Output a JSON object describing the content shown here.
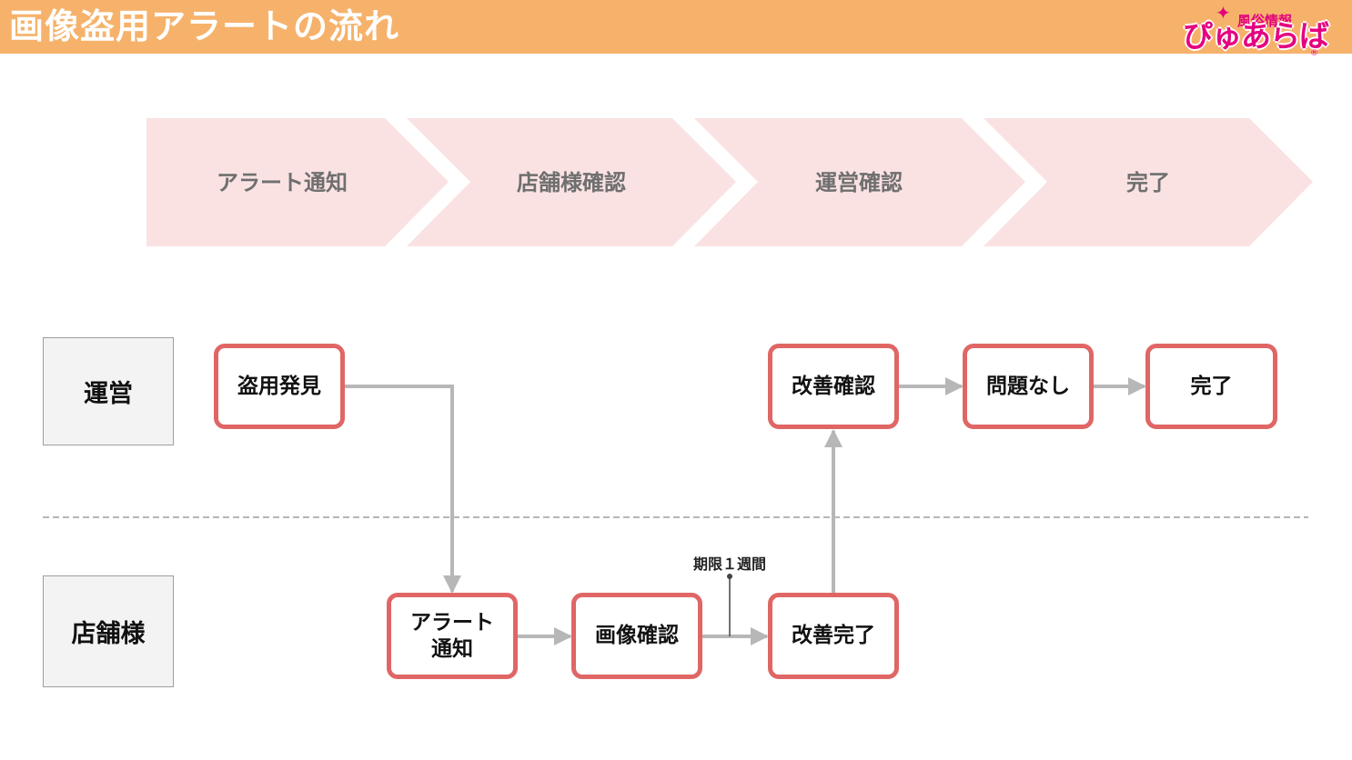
{
  "header": {
    "title": "画像盗用アラートの流れ",
    "logo_sub": "風俗情報",
    "logo_main": "ぴゅあらば",
    "logo_reg": "®"
  },
  "phases": [
    "アラート通知",
    "店舗様確認",
    "運営確認",
    "完了"
  ],
  "lanes": {
    "operator": "運営",
    "store": "店舗様"
  },
  "nodes": {
    "theft_found": "盗用発見",
    "alert_notice": "アラート\n通知",
    "image_check": "画像確認",
    "fix_done": "改善完了",
    "fix_check": "改善確認",
    "no_issue": "問題なし",
    "complete": "完了"
  },
  "deadline_label": "期限１週間",
  "colors": {
    "header": "#f6b26b",
    "chevron": "#fae2e3",
    "node_border": "#e06666",
    "connector": "#b7b7b7"
  }
}
